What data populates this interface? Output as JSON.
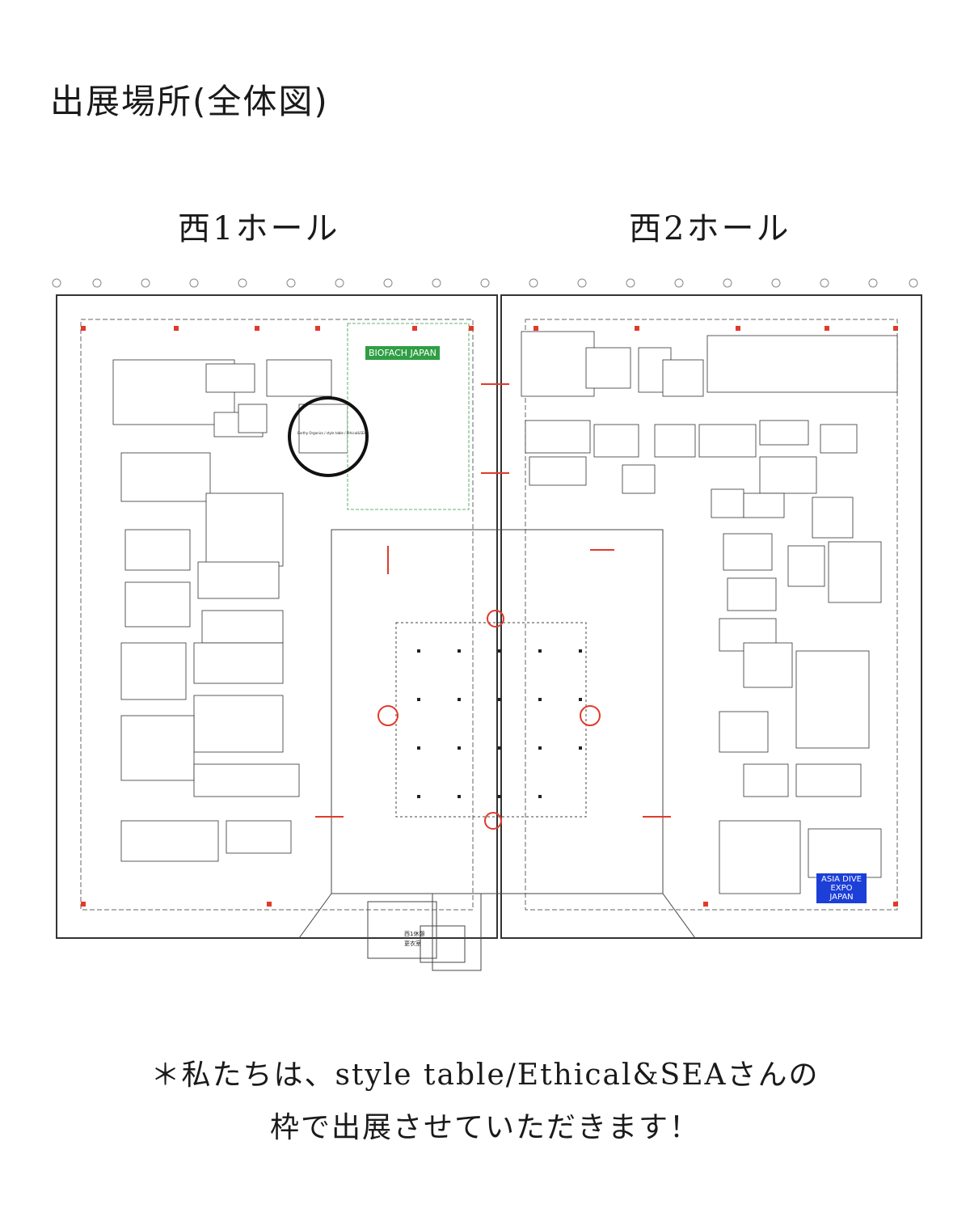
{
  "title": "出展場所(全体図)",
  "halls": {
    "west1": "西1ホール",
    "west2": "西2ホール"
  },
  "map": {
    "tag_biofach": "BIOFACH JAPAN",
    "tag_asia_dive": "ASIA DIVE EXPO JAPAN",
    "label_rest_area": "西1休憩",
    "label_dressing": "更衣室",
    "highlight_booth": "Earthy Organics / style table / Ethical&SEA",
    "accent_color": "#e23a2a",
    "highlight_circle_color": "#111111"
  },
  "note": {
    "line1": "＊私たちは、style table/Ethical&SEAさんの",
    "line2": "枠で出展させていただきます！"
  }
}
